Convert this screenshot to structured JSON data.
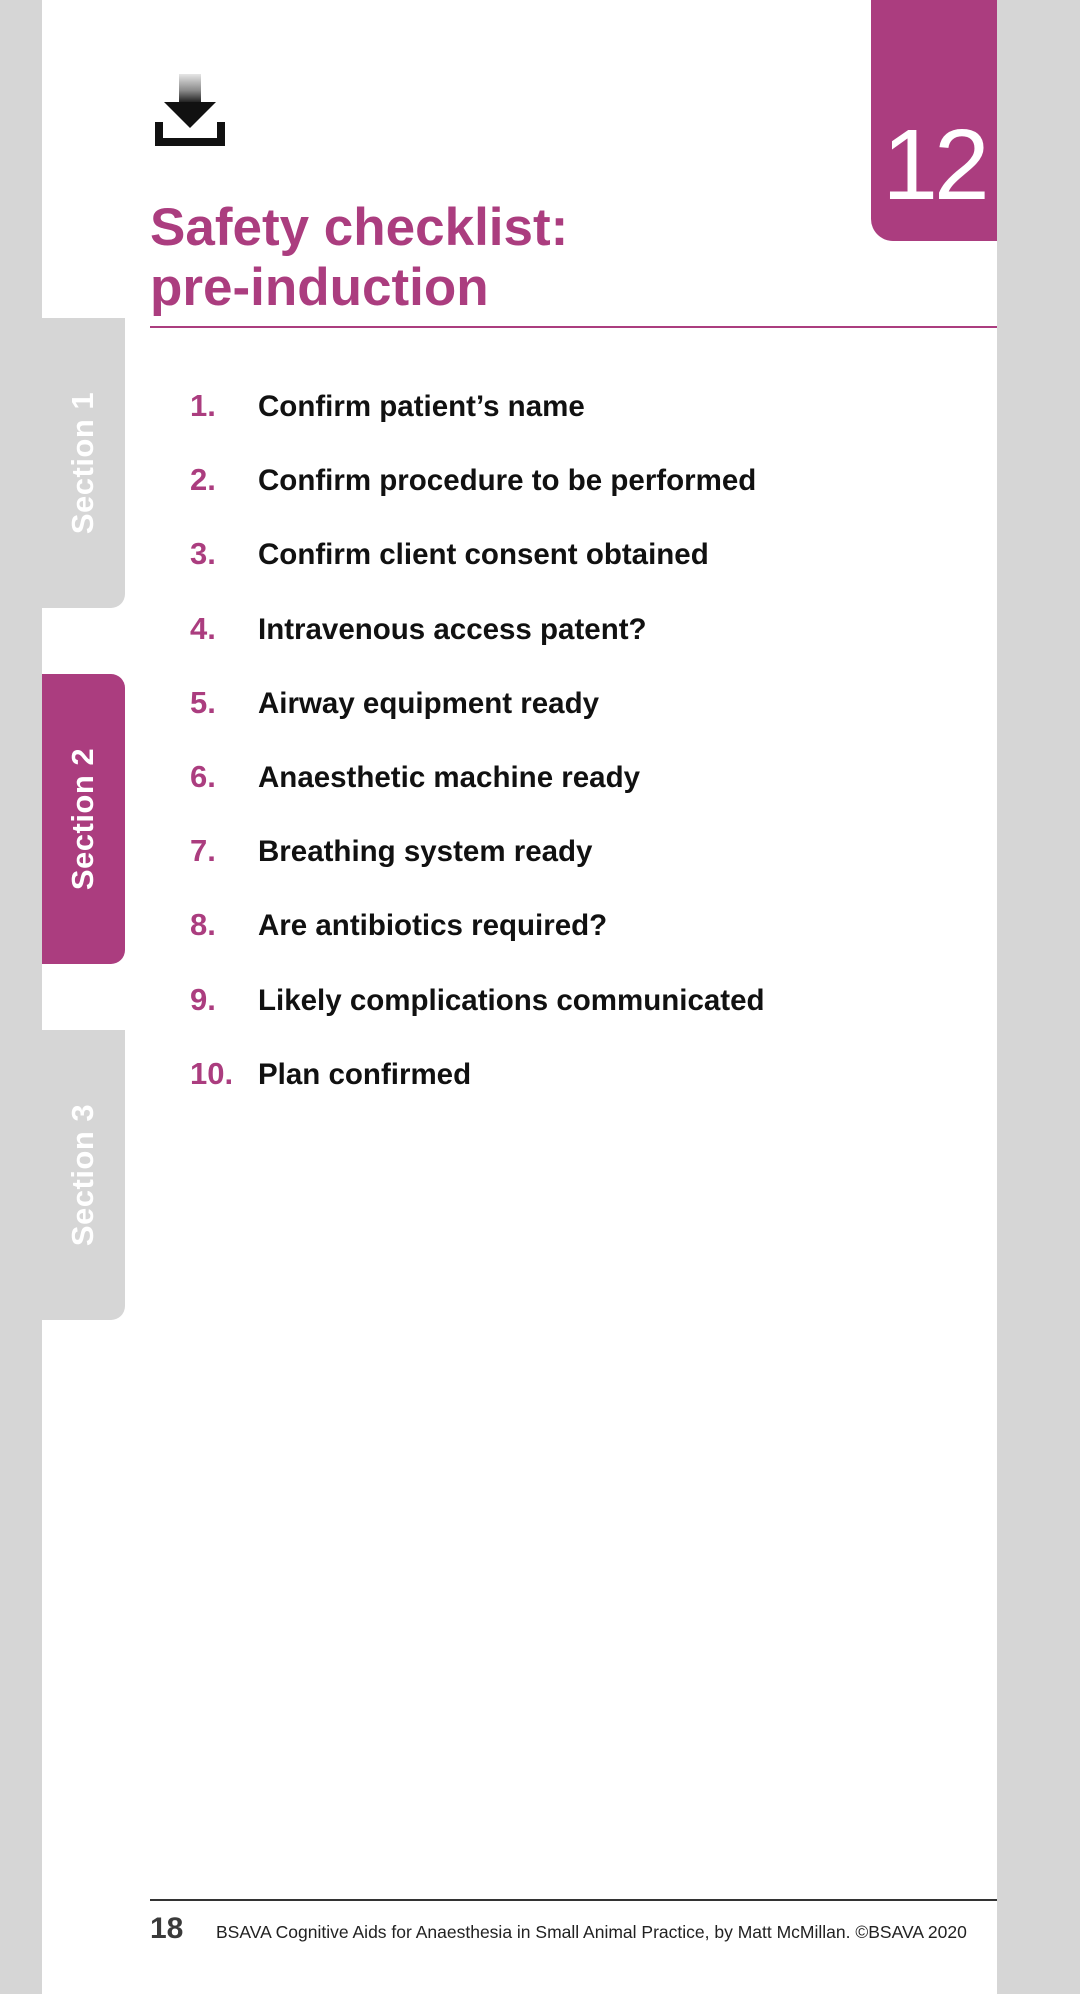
{
  "sections": [
    {
      "label": "Section 1",
      "active": false
    },
    {
      "label": "Section 2",
      "active": true
    },
    {
      "label": "Section 3",
      "active": false
    }
  ],
  "chapter_number": "12",
  "title_line1": "Safety checklist:",
  "title_line2": "pre-induction",
  "checklist": [
    {
      "num": "1.",
      "text": "Confirm patient’s name"
    },
    {
      "num": "2.",
      "text": "Confirm procedure to be performed"
    },
    {
      "num": "3.",
      "text": "Confirm client consent obtained"
    },
    {
      "num": "4.",
      "text": "Intravenous access patent?"
    },
    {
      "num": "5.",
      "text": "Airway equipment ready"
    },
    {
      "num": "6.",
      "text": "Anaesthetic machine ready"
    },
    {
      "num": "7.",
      "text": "Breathing system ready"
    },
    {
      "num": "8.",
      "text": "Are antibiotics required?"
    },
    {
      "num": "9.",
      "text": "Likely complications communicated"
    },
    {
      "num": "10.",
      "text": "Plan confirmed"
    }
  ],
  "footer": {
    "page_number": "18",
    "citation": "BSAVA Cognitive Aids for Anaesthesia in Small Animal Practice, by Matt McMillan. ©BSAVA 2020"
  },
  "colors": {
    "accent": "#ab3d7f",
    "tab_inactive": "#d6d6d6"
  },
  "icons": {
    "download": "download-icon"
  }
}
